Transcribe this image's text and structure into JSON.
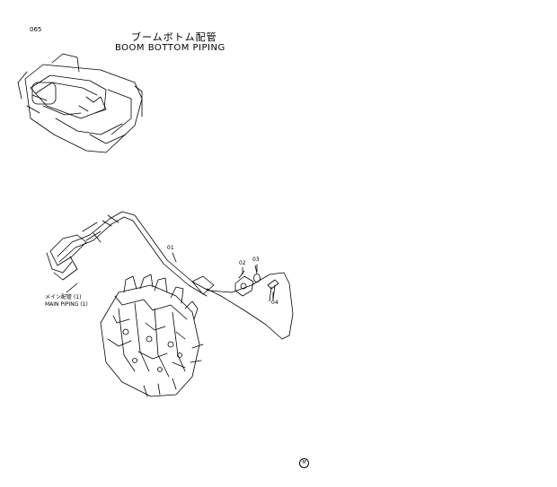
{
  "page": {
    "number": "065"
  },
  "title": {
    "japanese": "ブームボトム配管",
    "english": "BOOM  BOTTOM  PIPING"
  },
  "callouts": [
    {
      "id": "pipe",
      "label": "01"
    },
    {
      "id": "flange",
      "label": "02"
    },
    {
      "id": "o-ring",
      "label": "03"
    },
    {
      "id": "bolt",
      "label": "04"
    }
  ],
  "reference": {
    "japanese": "メイン配管 (1)",
    "english": "MAIN PIPING (1)"
  },
  "footer": {
    "mark": "M"
  }
}
